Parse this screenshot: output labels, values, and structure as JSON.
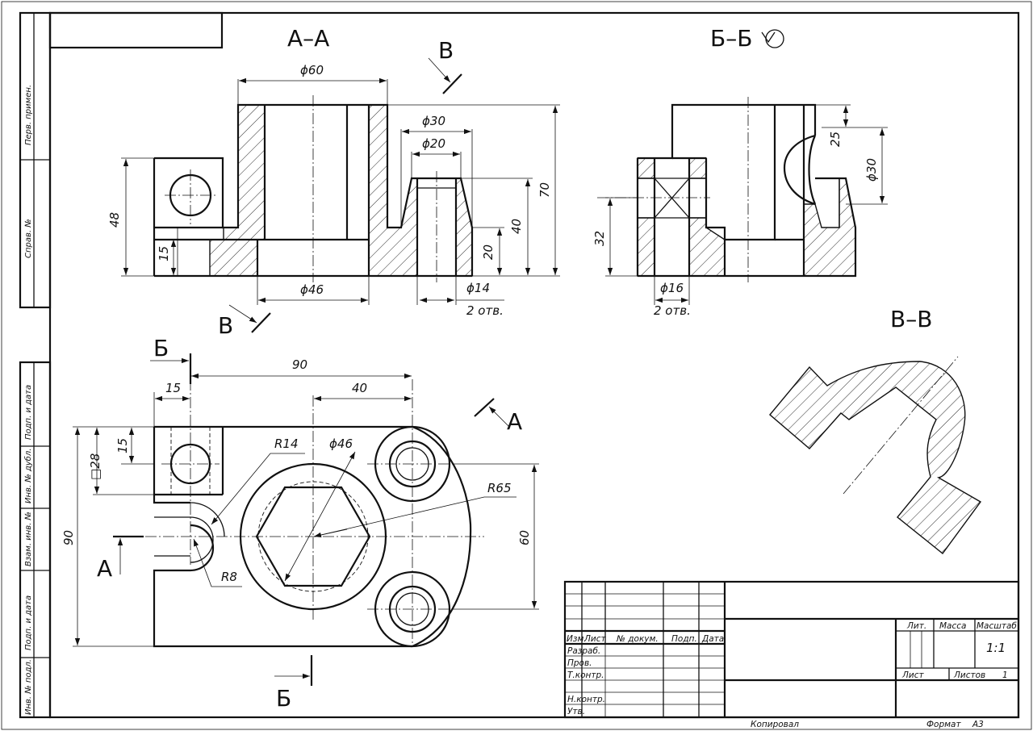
{
  "sections": {
    "aa": "А–А",
    "bb": "Б–Б",
    "vv": "В–В"
  },
  "markers": {
    "a": "А",
    "b": "Б",
    "v": "В"
  },
  "dims": {
    "d60": "ϕ60",
    "d30": "ϕ30",
    "d20": "ϕ20",
    "h70": "70",
    "h40": "40",
    "h20": "20",
    "h48": "48",
    "h15": "15",
    "d46": "ϕ46",
    "d14": "ϕ14",
    "holes_a": "2 отв.",
    "h25": "25",
    "d30b": "ϕ30",
    "h32": "32",
    "d16": "ϕ16",
    "holes_b": "2 отв.",
    "w90": "90",
    "w40": "40",
    "w15": "15",
    "sq28": "□28",
    "v15": "15",
    "r14": "R14",
    "d46p": "ϕ46",
    "r65": "R65",
    "h90": "90",
    "h60": "60",
    "r8": "R8"
  },
  "side_strip": [
    "Перв. примен.",
    "Справ. №",
    "Подп. и дата",
    "Инв. № дубл.",
    "Взам. инв. №",
    "Подп. и дата",
    "Инв. № подл."
  ],
  "title_block": {
    "header": [
      "Изм.",
      "Лист",
      "№ докум.",
      "Подп.",
      "Дата"
    ],
    "roles": [
      "Разраб.",
      "Пров.",
      "Т.контр.",
      "Н.контр.",
      "Утв."
    ],
    "lit": "Лит.",
    "mass": "Масса",
    "scale": "Масштаб",
    "scale_value": "1:1",
    "sheet": "Лист",
    "sheets": "Листов",
    "sheets_count": "1",
    "copied": "Копировал",
    "format": "Формат",
    "format_value": "A3"
  }
}
